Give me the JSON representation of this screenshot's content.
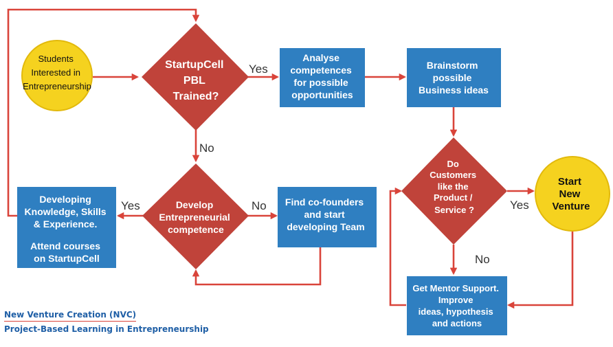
{
  "nodes": {
    "students": [
      "Students",
      "Interested in",
      "Entrepreneurship"
    ],
    "pbl_decision": [
      "StartupCell",
      "PBL",
      "Trained?"
    ],
    "analyse": [
      "Analyse",
      "competences",
      "for  possible",
      "opportunities"
    ],
    "brainstorm": [
      "Brainstorm",
      "possible",
      "Business ideas"
    ],
    "develop_decision": [
      "Develop",
      "Entrepreneurial",
      "competence"
    ],
    "developing_box": [
      "Developing",
      "Knowledge, Skills",
      "& Experience.",
      "Attend courses",
      "on StartupCell"
    ],
    "cofounders": [
      "Find co-founders",
      "and start",
      "developing  Team"
    ],
    "customers_decision": [
      "Do",
      "Customers",
      "like the",
      "Product /",
      "Service ?"
    ],
    "start_venture": [
      "Start",
      "New",
      "Venture"
    ],
    "mentor": [
      "Get Mentor Support.",
      "Improve",
      "ideas, hypothesis",
      "and actions"
    ]
  },
  "edge_labels": {
    "pbl_yes": "Yes",
    "pbl_no": "No",
    "develop_yes": "Yes",
    "develop_no": "No",
    "customers_yes": "Yes",
    "customers_no": "No"
  },
  "footer": {
    "title": "New Venture Creation (NVC)",
    "subtitle": "Project-Based Learning in Entrepreneurship"
  },
  "colors": {
    "box_blue": "#2f7fc1",
    "diamond_red": "#c0433a",
    "circle_yellow": "#f5d21f",
    "connector_red": "#d9443a",
    "footer_blue": "#1f5fa6"
  }
}
